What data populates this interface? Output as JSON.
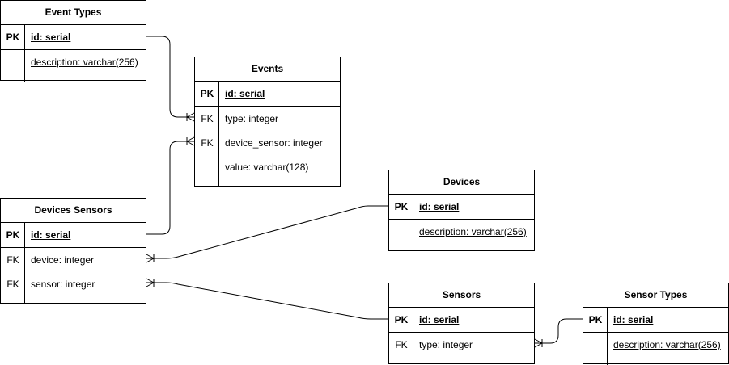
{
  "entities": {
    "event_types": {
      "title": "Event Types",
      "pk": {
        "key": "PK",
        "field": "id: serial"
      },
      "attrs": [
        {
          "key": "",
          "field": "description: varchar(256)",
          "underline": true
        }
      ]
    },
    "events": {
      "title": "Events",
      "pk": {
        "key": "PK",
        "field": "id: serial"
      },
      "attrs": [
        {
          "key": "FK",
          "field": "type: integer"
        },
        {
          "key": "FK",
          "field": "device_sensor: integer"
        },
        {
          "key": "",
          "field": "value: varchar(128)"
        }
      ]
    },
    "devices_sensors": {
      "title": "Devices Sensors",
      "pk": {
        "key": "PK",
        "field": "id: serial"
      },
      "attrs": [
        {
          "key": "FK",
          "field": "device: integer"
        },
        {
          "key": "FK",
          "field": "sensor: integer"
        }
      ]
    },
    "devices": {
      "title": "Devices",
      "pk": {
        "key": "PK",
        "field": "id: serial"
      },
      "attrs": [
        {
          "key": "",
          "field": "description: varchar(256)",
          "underline": true
        }
      ]
    },
    "sensors": {
      "title": "Sensors",
      "pk": {
        "key": "PK",
        "field": "id: serial"
      },
      "attrs": [
        {
          "key": "FK",
          "field": "type: integer"
        }
      ]
    },
    "sensor_types": {
      "title": "Sensor Types",
      "pk": {
        "key": "PK",
        "field": "id: serial"
      },
      "attrs": [
        {
          "key": "",
          "field": "description: varchar(256)",
          "underline": true
        }
      ]
    }
  },
  "relationships": [
    {
      "from": "event_types.id",
      "to": "events.type",
      "cardinality": "one-to-many"
    },
    {
      "from": "devices_sensors.id",
      "to": "events.device_sensor",
      "cardinality": "one-to-many"
    },
    {
      "from": "devices.id",
      "to": "devices_sensors.device",
      "cardinality": "one-to-many"
    },
    {
      "from": "sensors.id",
      "to": "devices_sensors.sensor",
      "cardinality": "one-to-many"
    },
    {
      "from": "sensor_types.id",
      "to": "sensors.type",
      "cardinality": "one-to-many"
    }
  ]
}
